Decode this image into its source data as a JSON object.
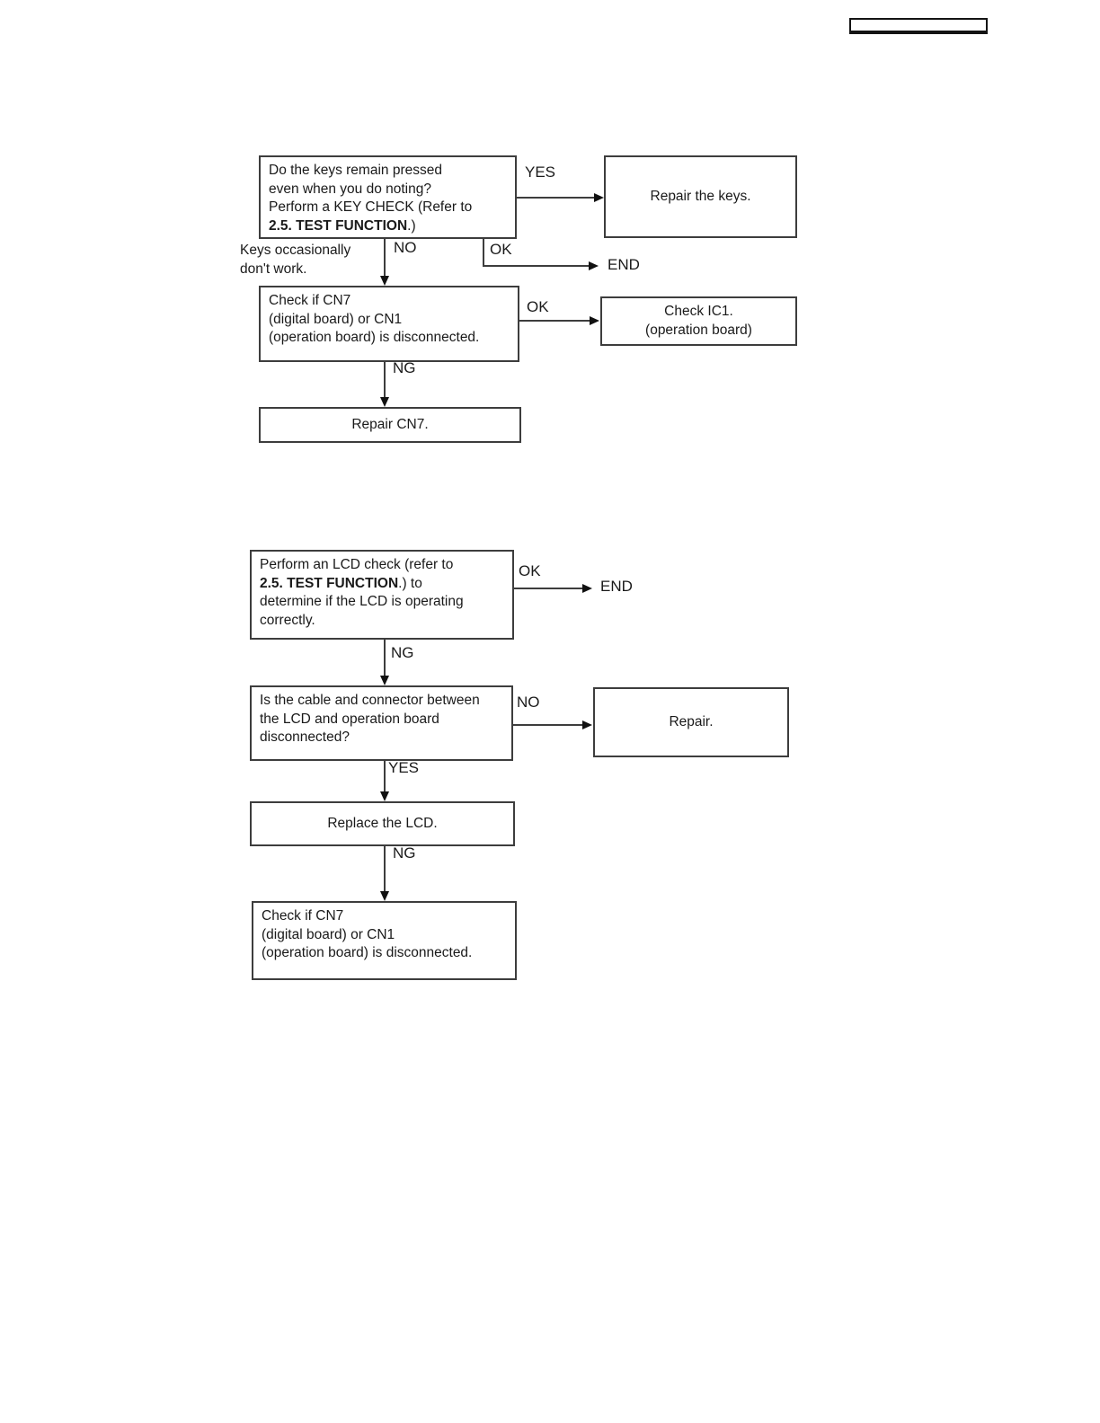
{
  "corner_field": {
    "value": ""
  },
  "flowchart_keys": {
    "question": {
      "line1": "Do the keys remain pressed",
      "line2": "even when you do noting?",
      "line3": "Perform a KEY CHECK (Refer to",
      "line4_bold": "2.5. TEST FUNCTION",
      "line4_tail": ".)"
    },
    "yes_label": "YES",
    "repair_keys": "Repair the keys.",
    "side_note": "Keys occasionally\ndon't work.",
    "no_label": "NO",
    "ok_end_label": "OK",
    "end_label": "END",
    "check_cn7": {
      "line1": "Check if CN7",
      "line2": "(digital board) or CN1",
      "line3": "(operation board) is disconnected."
    },
    "ok_ic1_label": "OK",
    "check_ic1": "Check IC1.\n(operation board)",
    "ng_label": "NG",
    "repair_cn7": "Repair CN7."
  },
  "flowchart_lcd": {
    "question": {
      "line1": "Perform an LCD check (refer to",
      "line2_bold": "2.5. TEST FUNCTION",
      "line2_tail": ".) to",
      "line3": "determine if the LCD is operating",
      "line4": "correctly."
    },
    "ok_label": "OK",
    "end_label": "END",
    "ng1_label": "NG",
    "cable_question": {
      "line1": "Is the cable and connector between",
      "line2": "the LCD and operation board",
      "line3": "disconnected?"
    },
    "no_label": "NO",
    "repair": "Repair.",
    "yes_label": "YES",
    "replace_lcd": "Replace the LCD.",
    "ng2_label": "NG",
    "check_cn7_2": {
      "line1": "Check if CN7",
      "line2": "(digital board) or CN1",
      "line3": "(operation board) is disconnected."
    }
  }
}
